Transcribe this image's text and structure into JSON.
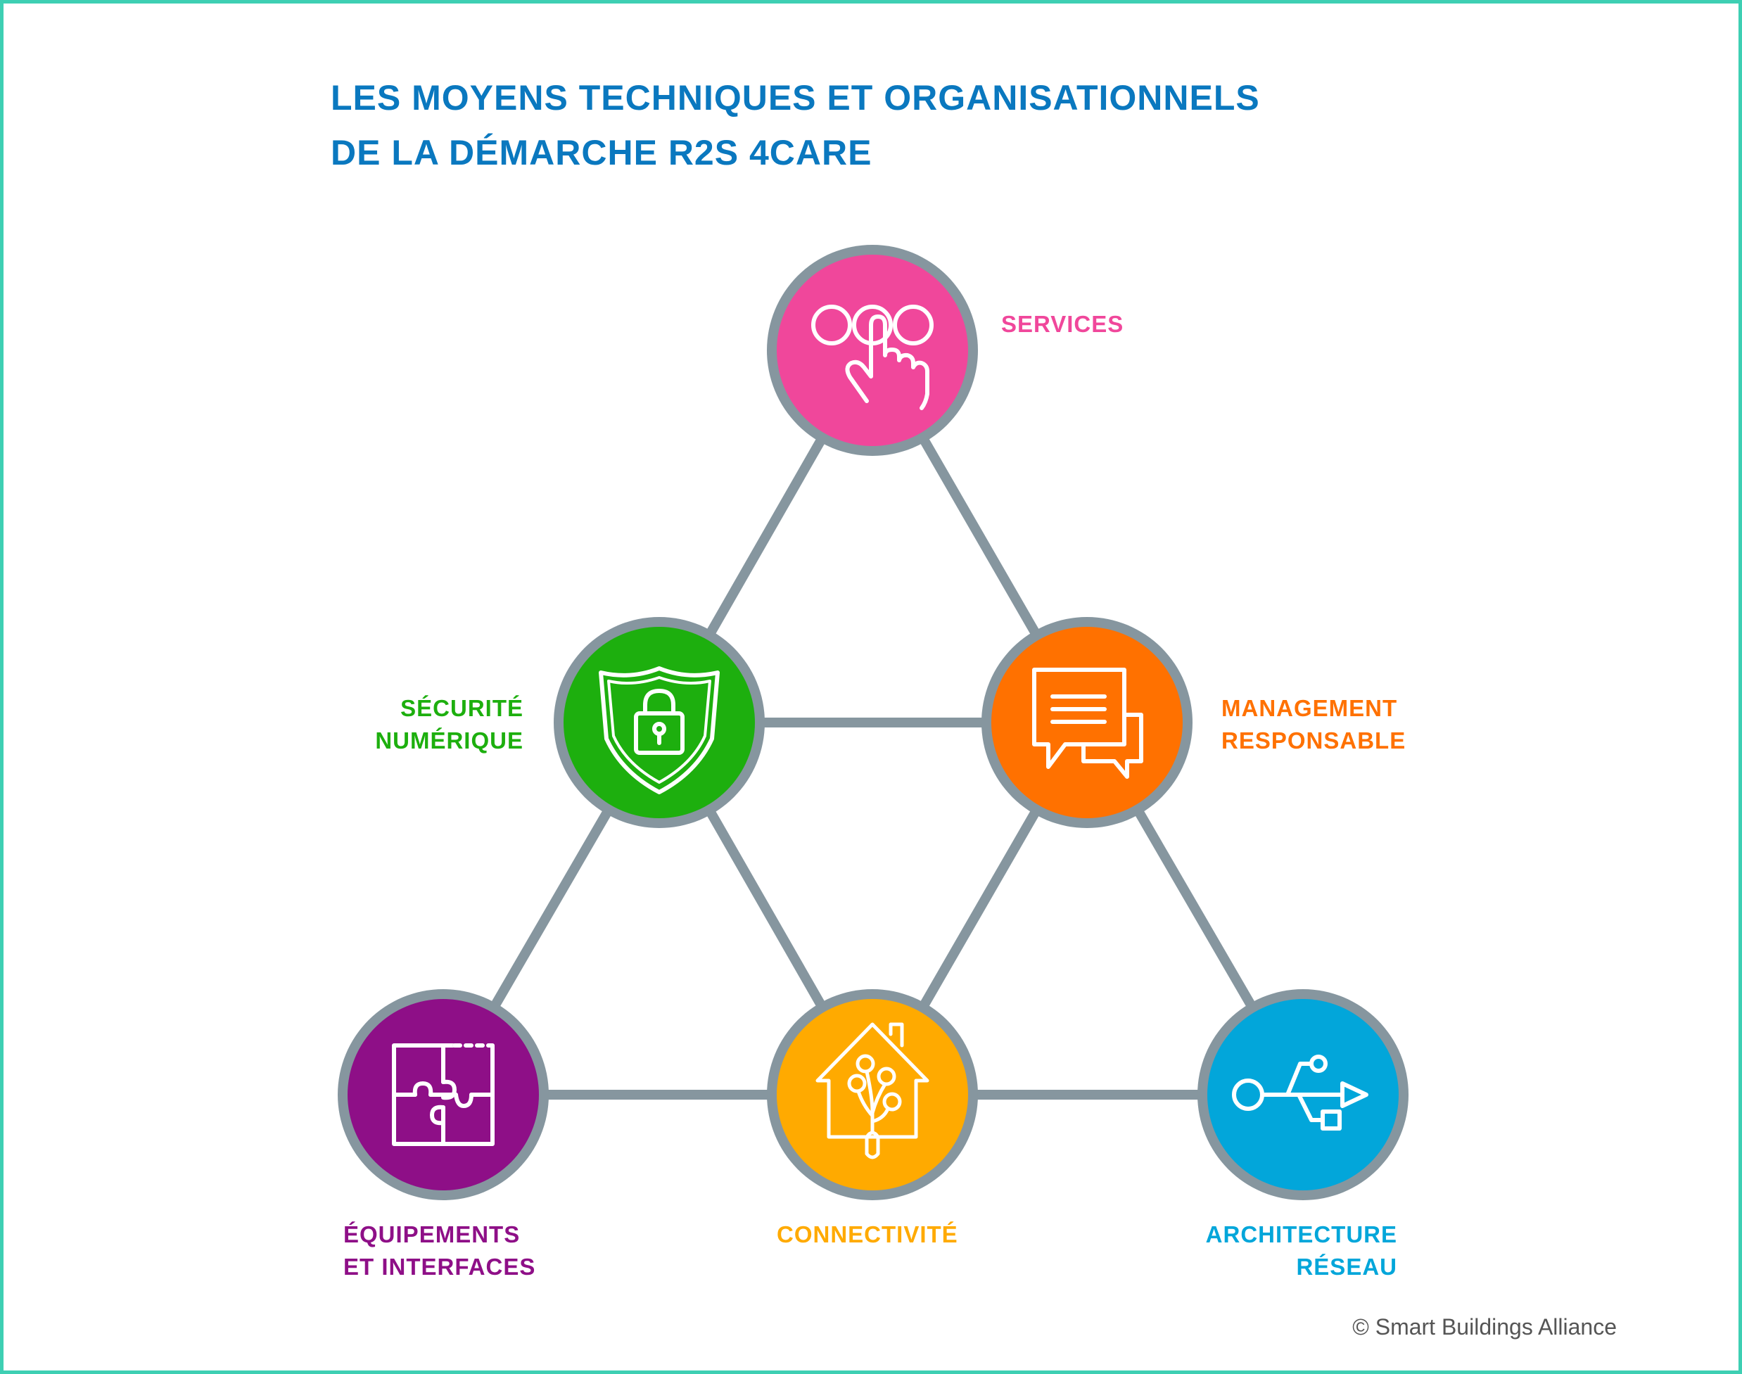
{
  "title": {
    "line1": "LES MOYENS TECHNIQUES ET ORGANISATIONNELS",
    "line2": "DE LA DÉMARCHE R2S 4CARE"
  },
  "nodes": {
    "services": {
      "label": "SERVICES",
      "color": "#f0479b",
      "icon": "hand-pointing-icon"
    },
    "securite": {
      "line1": "SÉCURITÉ",
      "line2": "NUMÉRIQUE",
      "color": "#1daf0e",
      "icon": "shield-lock-icon"
    },
    "management": {
      "line1": "MANAGEMENT",
      "line2": "RESPONSABLE",
      "color": "#ff7100",
      "icon": "chat-bubbles-icon"
    },
    "equipements": {
      "line1": "ÉQUIPEMENTS",
      "line2": "ET INTERFACES",
      "color": "#8e0f87",
      "icon": "puzzle-icon"
    },
    "connectivite": {
      "label": "CONNECTIVITÉ",
      "color": "#ffaa00",
      "icon": "house-network-icon"
    },
    "architecture": {
      "line1": "ARCHITECTURE",
      "line2": "RÉSEAU",
      "color": "#02a6da",
      "icon": "usb-icon"
    }
  },
  "colors": {
    "connector": "#86969f",
    "title": "#0a78bf",
    "frame": "#3ecfb3"
  },
  "footer": {
    "copyright": "© Smart Buildings Alliance"
  }
}
